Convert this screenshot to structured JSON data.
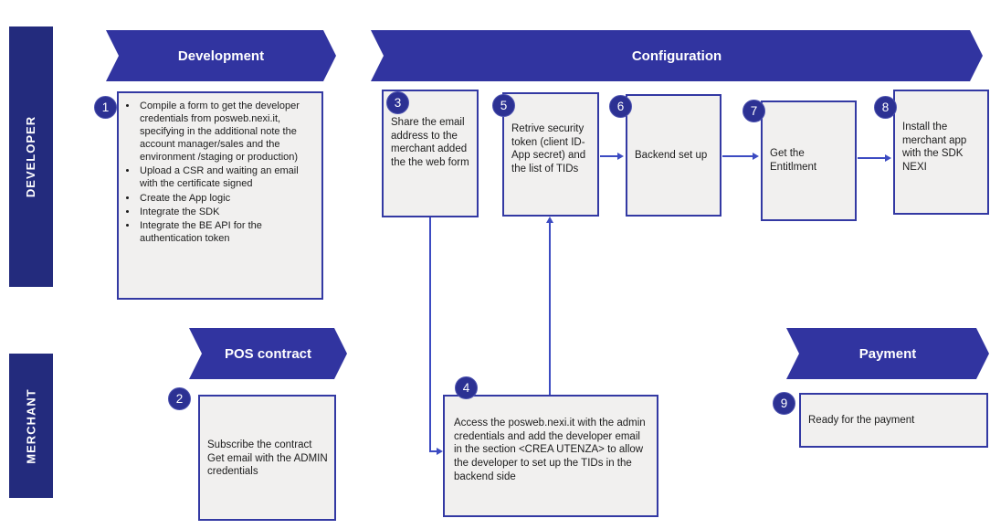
{
  "lanes": {
    "developer": "DEVELOPER",
    "merchant": "MERCHANT"
  },
  "phases": {
    "development": "Development",
    "configuration": "Configuration",
    "pos_contract": "POS contract",
    "payment": "Payment"
  },
  "steps": {
    "s1": {
      "number": "1",
      "bullets": [
        "Compile a form to get the developer credentials from posweb.nexi.it, specifying in the additional note the account manager/sales and the environment /staging or production)",
        "Upload a CSR and waiting an email with the certificate signed",
        "Create the App logic",
        "Integrate the SDK",
        "Integrate the BE API for the authentication token"
      ]
    },
    "s2": {
      "number": "2",
      "line1": "Subscribe the contract",
      "line2": "Get email with the ADMIN credentials"
    },
    "s3": {
      "number": "3",
      "text": "Share the email address to the merchant added the the web form"
    },
    "s4": {
      "number": "4",
      "text": "Access the posweb.nexi.it with the admin credentials and add the developer email in the section <CREA UTENZA> to allow the developer to set up the TIDs in the backend side"
    },
    "s5": {
      "number": "5",
      "text": "Retrive security token (client ID- App secret) and the list of TIDs"
    },
    "s6": {
      "number": "6",
      "text": "Backend set up"
    },
    "s7": {
      "number": "7",
      "text": "Get the Entitlment"
    },
    "s8": {
      "number": "8",
      "text": "Install the merchant app with the SDK NEXI"
    },
    "s9": {
      "number": "9",
      "text": "Ready for the payment"
    }
  },
  "colors": {
    "lane_bar": "#232b7d",
    "phase_banner": "#3134a0",
    "step_badge": "#2c3193",
    "connector_arrow": "#3c4bc2",
    "box_border": "#3339a3",
    "box_fill": "#f1f0ef",
    "text": "#1c1c1c",
    "banner_text": "#ffffff"
  }
}
